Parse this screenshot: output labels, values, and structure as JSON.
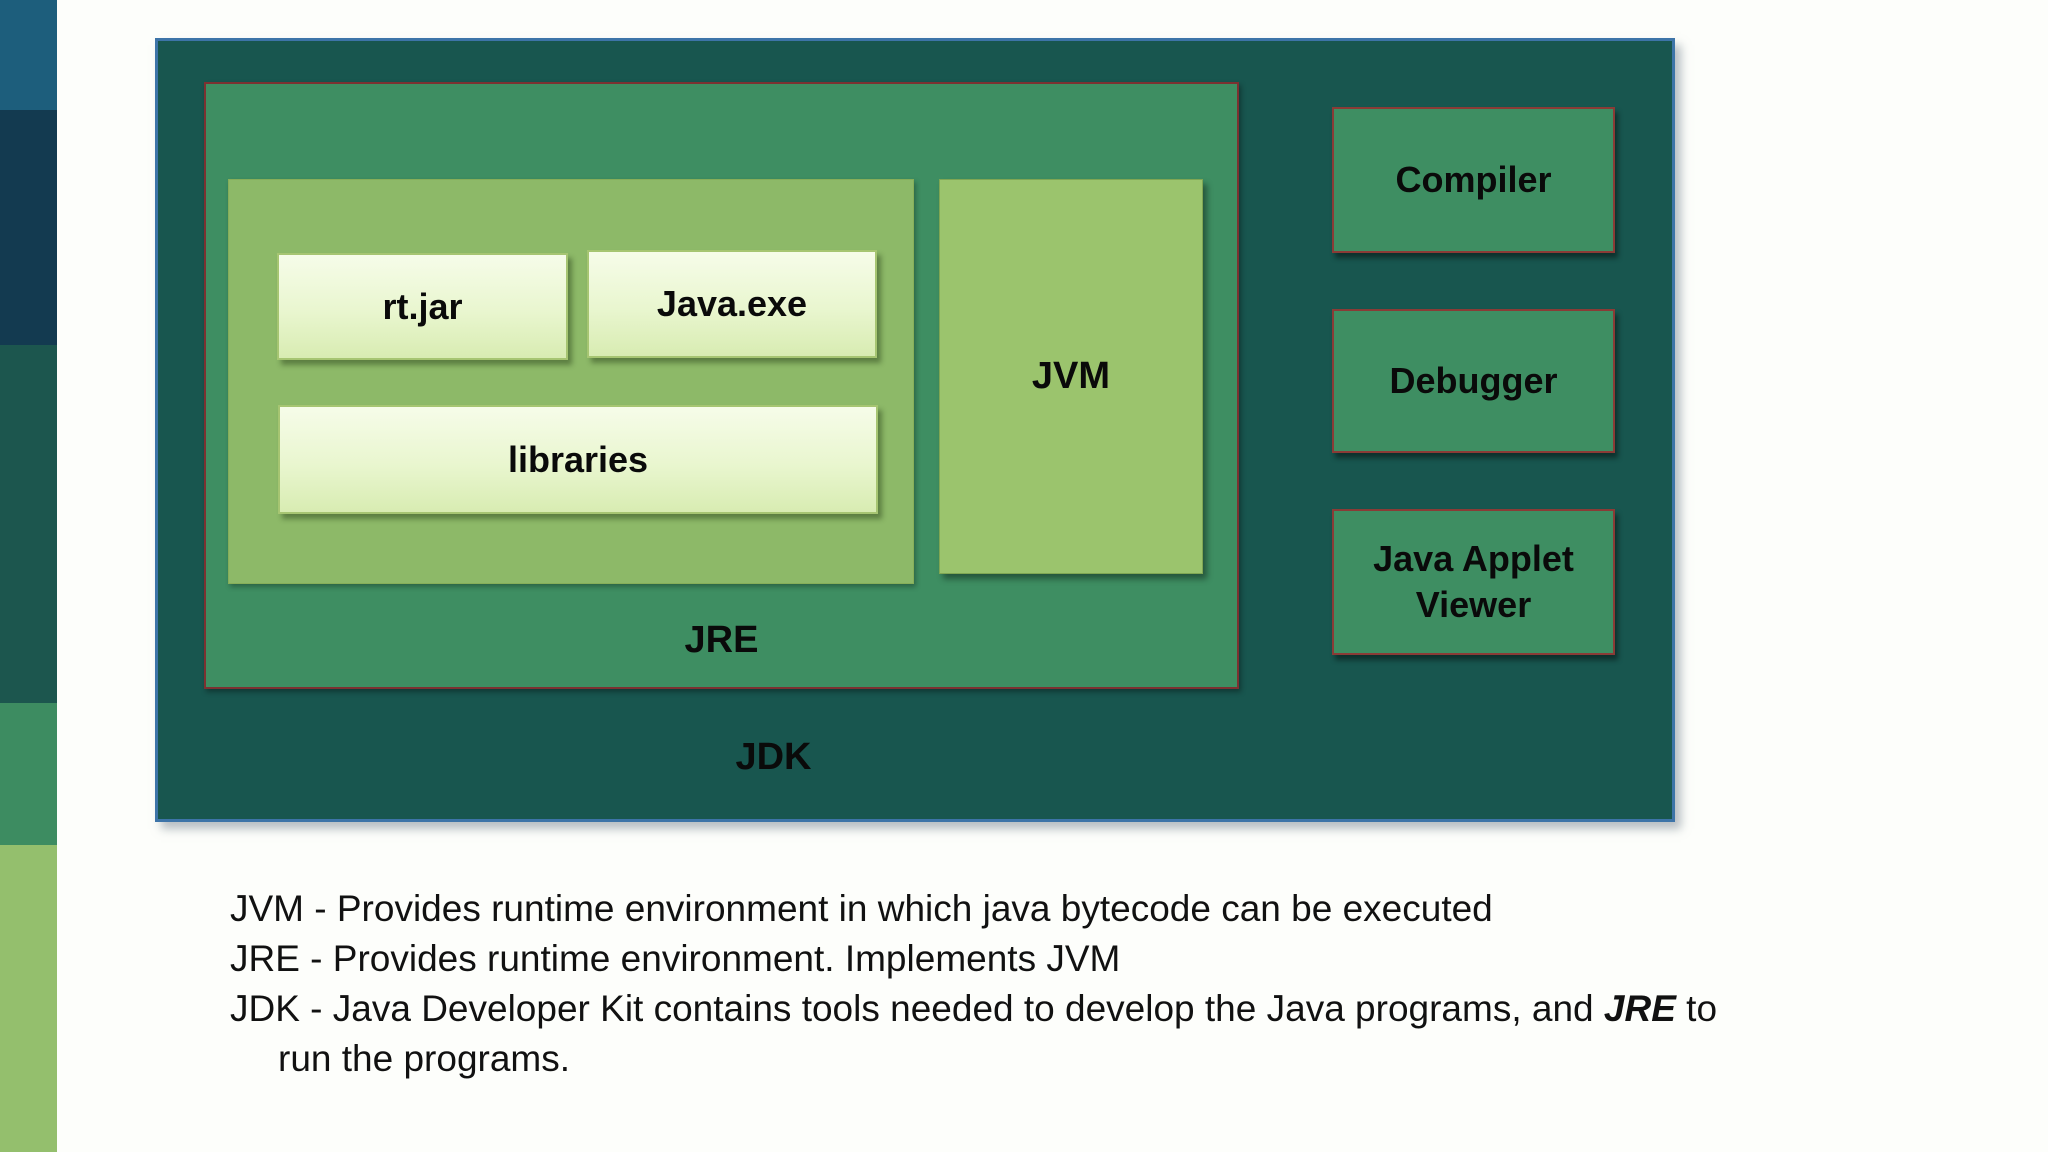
{
  "diagram": {
    "jdk": {
      "label": "JDK"
    },
    "jre": {
      "label": "JRE"
    },
    "jvm": {
      "label": "JVM"
    },
    "components": {
      "rtjar": "rt.jar",
      "javaexe": "Java.exe",
      "libraries": "libraries"
    },
    "tools": [
      {
        "label": "Compiler"
      },
      {
        "label": "Debugger"
      },
      {
        "label": "Java Applet Viewer"
      }
    ]
  },
  "notes": {
    "line1": "JVM - Provides runtime environment in which java bytecode can be executed",
    "line2": "JRE - Provides runtime environment. Implements JVM",
    "line3_prefix": "JDK - Java Developer Kit contains tools needed to develop the Java programs, and ",
    "line3_highlight": "JRE",
    "line3_suffix": " to",
    "line4": "run the programs."
  },
  "colors": {
    "page_background": "#fdfefb",
    "jdk_fill": "#18564f",
    "jdk_border": "#3d74a8",
    "jre_fill": "#3e8e62",
    "jre_border": "#7c3131",
    "inner_panel_fill": "#8db968",
    "jvm_fill": "#9bc46d",
    "component_fill_top": "#f6fce9",
    "component_fill_bottom": "#d8ecb2",
    "component_border": "#a6c572",
    "tool_fill": "#3e8e62",
    "tool_border": "#8a3b36",
    "strip_bands": [
      "#1d5e7c",
      "#133a50",
      "#1c564e",
      "#3d8c61",
      "#94bf6d"
    ]
  }
}
